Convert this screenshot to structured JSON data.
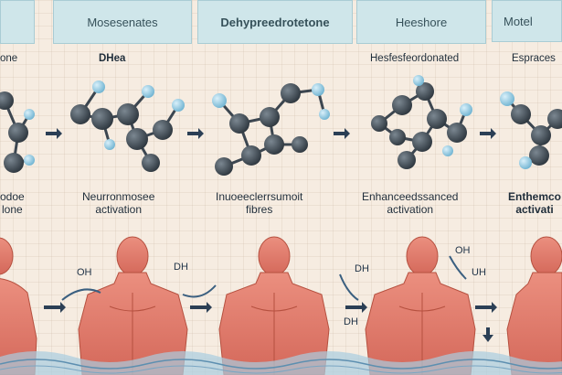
{
  "headers": [
    "Mosesenates",
    "Dehypreedrotetone",
    "Heeshore",
    "Motel"
  ],
  "molecule_labels": [
    "one",
    "DHea",
    "Hesfesfeordonated",
    "Espraces"
  ],
  "captions": {
    "c0_line1": "odoe",
    "c0_line2": "lone",
    "c1_line1": "Neurronmosee",
    "c1_line2": "activation",
    "c2_line1": "Inuoeeclerrsumoit",
    "c2_line2": "fibres",
    "c3_line1": "Enhanceedssanced",
    "c3_line2": "activation",
    "c4_line1": "Enthemco",
    "c4_line2": "activati"
  },
  "muscle_labels": [
    "OH",
    "DH",
    "DH",
    "DH",
    "OH",
    "UH"
  ],
  "colors": {
    "header_bg": "#cfe6ea",
    "atom": "#39444d",
    "atom_light": "#8ec8df",
    "muscle": "#e07a6b",
    "wave": "#8fb8cf"
  }
}
